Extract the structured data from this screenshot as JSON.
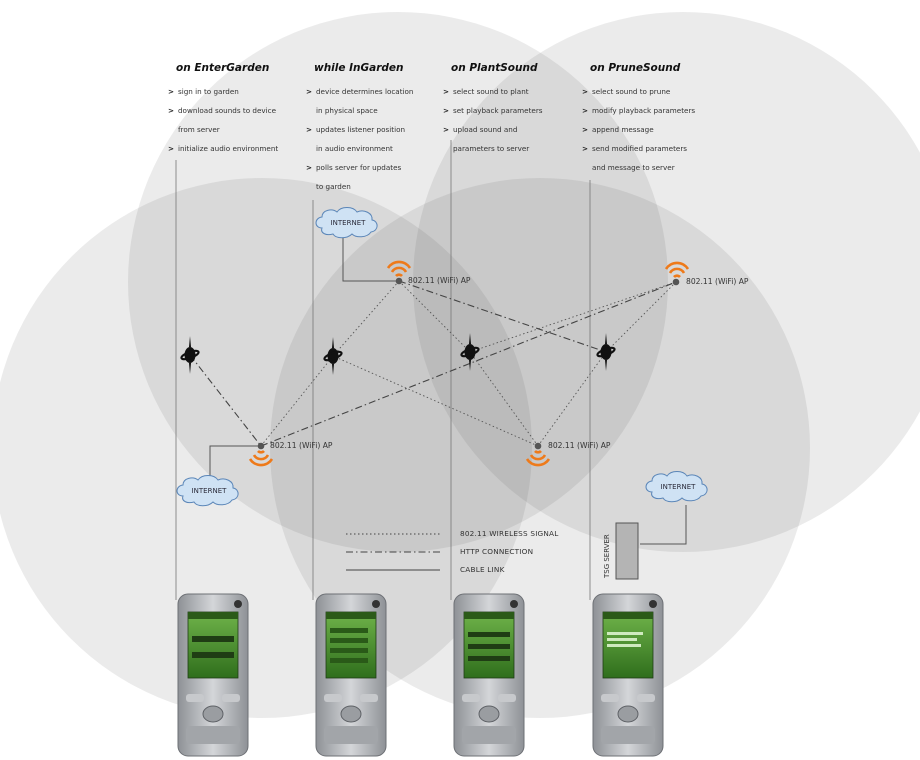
{
  "columns": [
    {
      "title": "on EnterGarden",
      "items": [
        [
          "sign in to garden"
        ],
        [
          "download sounds to device",
          "from server"
        ],
        [
          "initialize audio environment"
        ]
      ]
    },
    {
      "title": "while InGarden",
      "items": [
        [
          "device determines location",
          "in physical space"
        ],
        [
          "updates listener position",
          "in audio environment"
        ],
        [
          "polls server for updates",
          "to garden"
        ]
      ]
    },
    {
      "title": "on PlantSound",
      "items": [
        [
          "select sound to plant"
        ],
        [
          "set playback parameters"
        ],
        [
          "upload sound and",
          "parameters to server"
        ]
      ]
    },
    {
      "title": "on PruneSound",
      "items": [
        [
          "select sound to prune"
        ],
        [
          "modify playback parameters"
        ],
        [
          "append message"
        ],
        [
          "send modified parameters",
          "and message to server"
        ]
      ]
    }
  ],
  "access_points": [
    {
      "label": "802.11 (WiFi) AP"
    },
    {
      "label": "802.11 (WiFi) AP"
    },
    {
      "label": "802.11 (WiFi) AP"
    },
    {
      "label": "802.11 (WiFi) AP"
    }
  ],
  "clouds": [
    {
      "label": "INTERNET"
    },
    {
      "label": "INTERNET"
    },
    {
      "label": "INTERNET"
    }
  ],
  "server": {
    "label": "TSG SERVER"
  },
  "legend": [
    {
      "label": "802.11 WIRELESS SIGNAL",
      "style": "dotted"
    },
    {
      "label": "HTTP CONNECTION",
      "style": "dashdot"
    },
    {
      "label": "CABLE LINK",
      "style": "solid"
    }
  ],
  "colors": {
    "coverage": "#5a5a5a",
    "signal": "#ee7a1a",
    "cloud_fill": "#cfe2f4",
    "cloud_stroke": "#5b86b8",
    "phone_body": "#b9bcc0",
    "phone_screen": "#3f8a2a"
  }
}
